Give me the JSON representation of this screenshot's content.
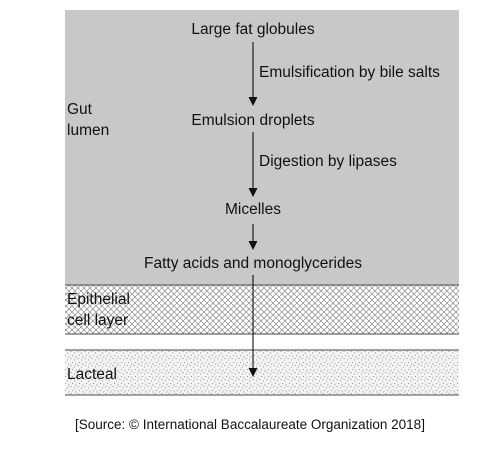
{
  "steps": [
    "Large fat globules",
    "Emulsion droplets",
    "Micelles",
    "Fatty acids and monoglycerides"
  ],
  "processes": [
    "Emulsification by bile salts",
    "Digestion by lipases"
  ],
  "regions": {
    "gut_lumen": [
      "Gut",
      "lumen"
    ],
    "epithelial": [
      "Epithelial",
      "cell layer"
    ],
    "lacteal": "Lacteal"
  },
  "source": "[Source: © International Baccalaureate Organization 2018]",
  "colors": {
    "lumen_fill": "#c8c8c8",
    "border": "#4a4a4a",
    "hatch": "#8a8a8a",
    "stipple": "#777777",
    "arrow": "#111111"
  }
}
